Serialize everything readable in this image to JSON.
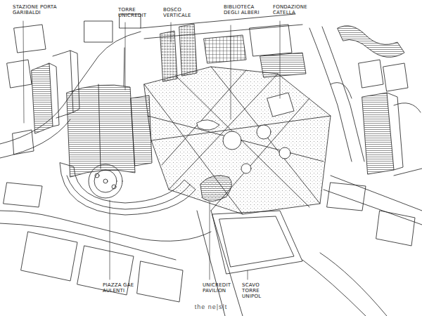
{
  "diagram": {
    "labels": [
      "STAZIONE PORTA GARIBALDI",
      "TORRE UNICREDIT",
      "BOSCO VERTICALE",
      "BIBLIOTECA DEGLI ALBERI",
      "FONDAZIONE CATELLA",
      "PIAZZA GAE AULENTI",
      "UNICREDIT PAVILION",
      "SCAVO TORRE UNIPOL",
      "the ne|s|t"
    ]
  }
}
